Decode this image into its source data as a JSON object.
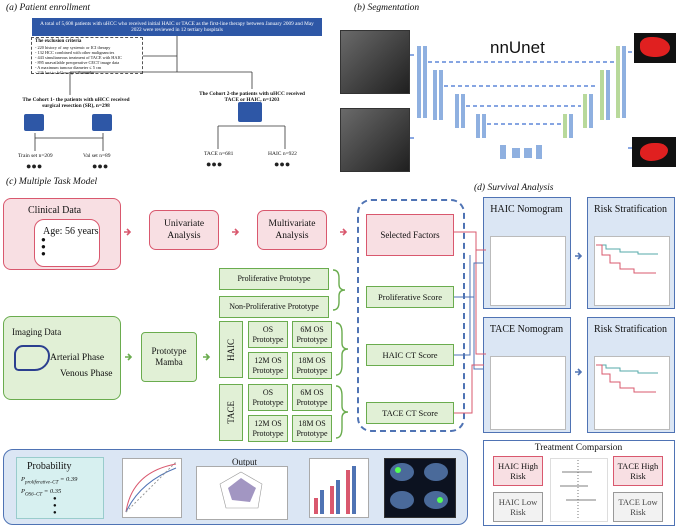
{
  "sections": {
    "a": "(a) Patient enrollment",
    "b": "(b) Segmentation",
    "c": "(c) Multiple Task Model",
    "d": "(d) Survival Analysis"
  },
  "enrollment": {
    "header": "A total of 5,608 patients with uHCC who received initial HAIC or TACE as the first-line therapy between January 2009 and May 2022 were reviewed in 12 tertiary hospitals",
    "exclusion_title": "The exclusion criteria",
    "exclusion_items": [
      "- 220 history of any systemic or ICI therapy",
      "- 132 HCC combined with other malignancies",
      "- 443 simultaneous treatment of TACE with HAIC",
      "- 895 unavailable preoperative CECT image data",
      "- A maximum tumour diameter ≤ 5 cm",
      "- 326 lost to follow-up < 6 months"
    ],
    "cohort1": "The Cohort 1- the patients with uHCC received surgical resection (SR), n=298",
    "cohort2": "The Cohort 2-the patients with uHCC received TACE or HAIC, n=1203",
    "train": "Train set n=209",
    "val": "Val set n=89",
    "tace": "TACE n=681",
    "haic": "HAIC n=922"
  },
  "segmentation": {
    "label": "nnUnet"
  },
  "model": {
    "clinical_data": "Clinical Data",
    "age": "Age: 56 years",
    "univariate": "Univariate Analysis",
    "multivariate": "Multivariate Analysis",
    "selected": "Selected Factors",
    "imaging_data": "Imaging Data",
    "arterial": "Arterial Phase",
    "venous": "Venous Phase",
    "mamba": "Prototype Mamba",
    "prolif_proto": "Proliferative Prototype",
    "nonprolif_proto": "Non-Proliferative Prototype",
    "haic": "HAIC",
    "tace": "TACE",
    "os_proto": "OS Prototype",
    "m6": "6M OS Prototype",
    "m12": "12M OS Prototype",
    "m18": "18M OS Prototype",
    "prolif_score": "Proliferative Score",
    "haic_score": "HAIC CT Score",
    "tace_score": "TACE CT Score"
  },
  "output": {
    "probability": "Probability",
    "p1_label": "P",
    "p1_sub": "proliferative–CT",
    "p1_val": "= 0.39",
    "p2_label": "P",
    "p2_sub": "OS6–CT",
    "p2_val": "= 0.35",
    "title": "Output"
  },
  "survival": {
    "haic_nomogram": "HAIC Nomogram",
    "tace_nomogram": "TACE Nomogram",
    "risk": "Risk Stratification",
    "treatment": "Treatment Comparsion",
    "haic_high": "HAIC High Risk",
    "haic_low": "HAIC Low Risk",
    "tace_high": "TACE High Risk",
    "tace_low": "TACE Low Risk"
  },
  "colors": {
    "pink": "#f8dfe3",
    "red": "#d9586e",
    "green": "#e1f0d6",
    "green_border": "#6aac4e",
    "blue": "#dbe6f4",
    "blue_border": "#4f73b4",
    "header_blue": "#2e57a6"
  }
}
